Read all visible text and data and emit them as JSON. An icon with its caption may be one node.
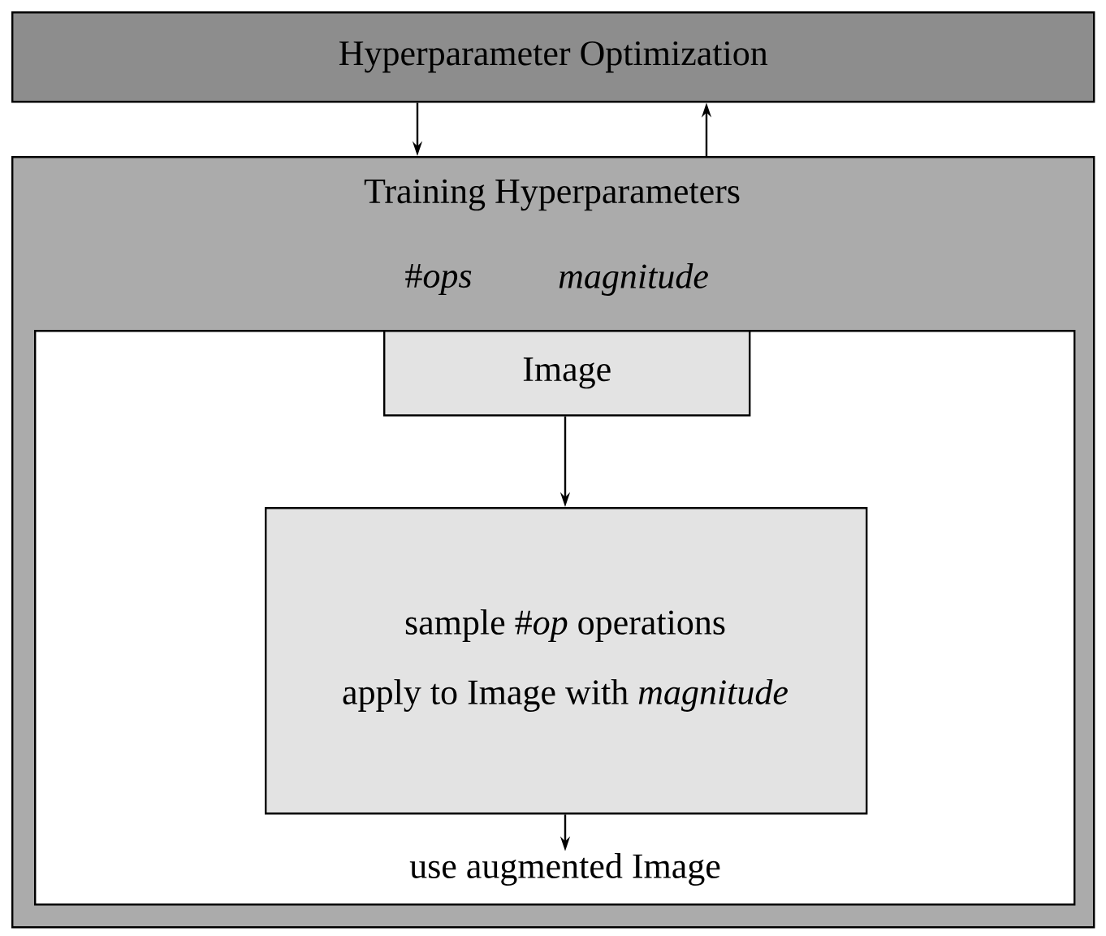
{
  "diagram": {
    "nodes": [
      {
        "text": [
          "Hyperparameter Optimization"
        ]
      },
      {
        "text": [
          "Training Hyperparameters",
          "#*ops*",
          "magnitude"
        ]
      },
      {
        "text": [],
        "shape": "box",
        "in": 1
      },
      {
        "text": [
          "Image"
        ],
        "in": 2
      },
      {
        "text": [
          "sample #*op* operations",
          "apply to Image with *magnitude*"
        ],
        "in": 2
      },
      {
        "text": [
          "use augmented Image"
        ],
        "in": 2
      }
    ],
    "edges": [
      {
        "from": 0,
        "to": 1,
        "arrow": "to"
      },
      {
        "from": 1,
        "to": 0,
        "arrow": "to"
      },
      {
        "from": 3,
        "to": 4,
        "arrow": "to"
      },
      {
        "from": 4,
        "to": 5,
        "arrow": "to"
      }
    ]
  }
}
